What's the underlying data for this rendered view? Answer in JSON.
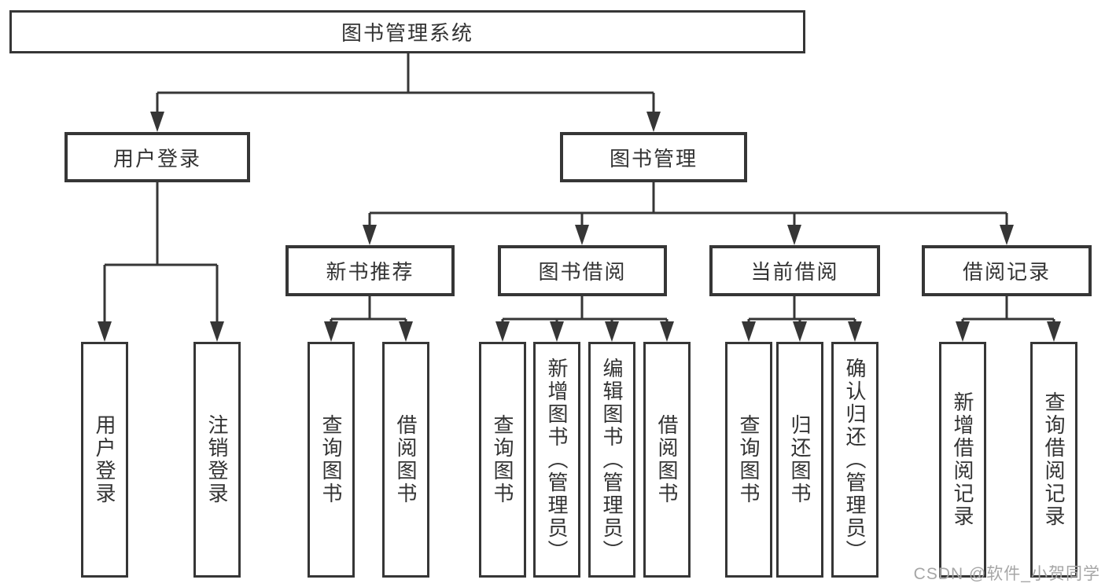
{
  "diagram": {
    "root": {
      "label": "图书管理系统",
      "children": [
        {
          "label": "用户登录",
          "children": [
            {
              "label": "用户登录"
            },
            {
              "label": "注销登录"
            }
          ]
        },
        {
          "label": "图书管理",
          "children": [
            {
              "label": "新书推荐",
              "children": [
                {
                  "label": "查询图书"
                },
                {
                  "label": "借阅图书"
                }
              ]
            },
            {
              "label": "图书借阅",
              "children": [
                {
                  "label": "查询图书"
                },
                {
                  "label": "新增图书（管理员）"
                },
                {
                  "label": "编辑图书（管理员）"
                },
                {
                  "label": "借阅图书"
                }
              ]
            },
            {
              "label": "当前借阅",
              "children": [
                {
                  "label": "查询图书"
                },
                {
                  "label": "归还图书"
                },
                {
                  "label": "确认归还（管理员）"
                }
              ]
            },
            {
              "label": "借阅记录",
              "children": [
                {
                  "label": "新增借阅记录"
                },
                {
                  "label": "查询借阅记录"
                }
              ]
            }
          ]
        }
      ]
    }
  },
  "watermark": {
    "text": "CSDN @软件_小贺同学"
  },
  "colors": {
    "line": "#363636",
    "text": "#333333",
    "box_background": "#ffffff",
    "watermark": "#a6a6a6",
    "page_background": "#ffffff"
  }
}
